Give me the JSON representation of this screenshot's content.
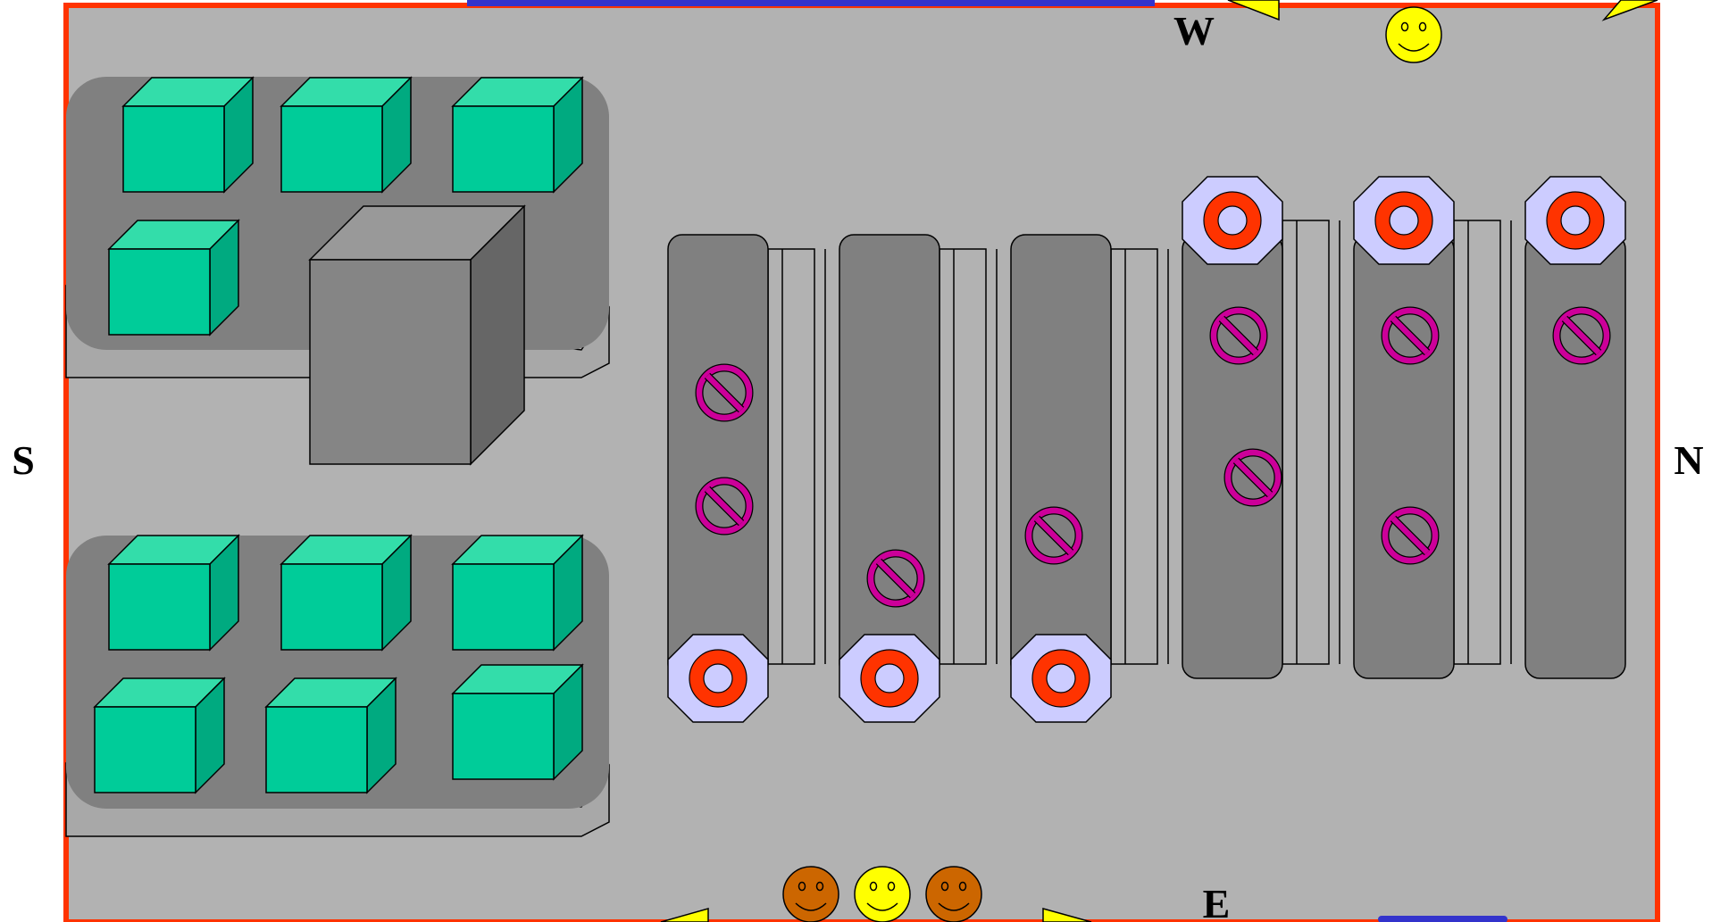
{
  "compass": {
    "west": "W",
    "east": "E",
    "south": "S",
    "north": "N"
  },
  "colors": {
    "floor": "#b2b2b2",
    "border": "#ff3300",
    "door": "#3333cc",
    "platform": "#808080",
    "green_box": "#00cc99",
    "grey_box": "#8a8a8a",
    "conveyor": "#808080",
    "octagon": "#ccccff",
    "ring": "#ff3300",
    "no_symbol": "#cc0099",
    "yellow_face": "#ffff00",
    "brown_face": "#cc6600",
    "arrow": "#ffff00"
  },
  "icons": {
    "green_box": "cube-icon",
    "grey_box": "large-cube-icon",
    "stop": "ring-target-icon",
    "blocked": "prohibition-icon",
    "person": "smiley-face-icon",
    "arrow": "triangle-arrow-icon"
  },
  "faces": [
    "brown",
    "yellow",
    "brown",
    "yellow"
  ],
  "lanes": [
    {
      "stop": "bottom",
      "blocked_count": 2
    },
    {
      "stop": "bottom",
      "blocked_count": 1
    },
    {
      "stop": "bottom",
      "blocked_count": 1
    },
    {
      "stop": "top",
      "blocked_count": 2
    },
    {
      "stop": "top",
      "blocked_count": 2
    },
    {
      "stop": "top",
      "blocked_count": 1
    }
  ]
}
